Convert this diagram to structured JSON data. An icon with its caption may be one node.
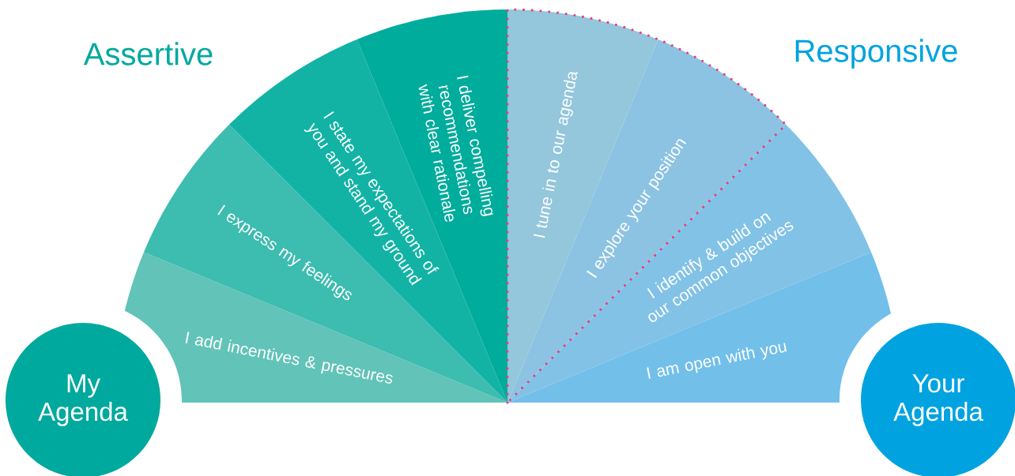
{
  "diagram": {
    "nodes": [
      {
        "text": [
          "My Agenda"
        ]
      },
      {
        "text": [
          "I add incentives & pressures"
        ]
      },
      {
        "text": [
          "I express my feelings"
        ]
      },
      {
        "text": [
          "I state my expectations of you and stand my ground"
        ]
      },
      {
        "text": [
          "I deliver compelling recommendations with clear rationale"
        ]
      },
      {
        "text": [
          "I tune in to our agenda"
        ]
      },
      {
        "text": [
          "I explore your position"
        ]
      },
      {
        "text": [
          "I identify & build on our common objectives"
        ]
      },
      {
        "text": [
          "I am open with you"
        ]
      },
      {
        "text": [
          "Your Agenda"
        ]
      }
    ],
    "labels": [
      "Assertive",
      "Responsive"
    ]
  }
}
